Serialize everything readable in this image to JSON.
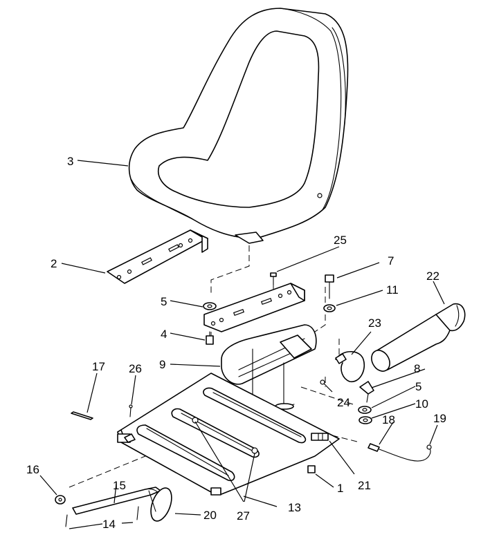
{
  "callouts": [
    {
      "label": "1"
    },
    {
      "label": "2"
    },
    {
      "label": "3"
    },
    {
      "label": "4"
    },
    {
      "label": "5"
    },
    {
      "label": "5"
    },
    {
      "label": "7"
    },
    {
      "label": "8"
    },
    {
      "label": "9"
    },
    {
      "label": "10"
    },
    {
      "label": "11"
    },
    {
      "label": "13"
    },
    {
      "label": "14"
    },
    {
      "label": "15"
    },
    {
      "label": "16"
    },
    {
      "label": "17"
    },
    {
      "label": "18"
    },
    {
      "label": "19"
    },
    {
      "label": "20"
    },
    {
      "label": "21"
    },
    {
      "label": "22"
    },
    {
      "label": "23"
    },
    {
      "label": "24"
    },
    {
      "label": "25"
    },
    {
      "label": "26"
    },
    {
      "label": "27"
    }
  ]
}
